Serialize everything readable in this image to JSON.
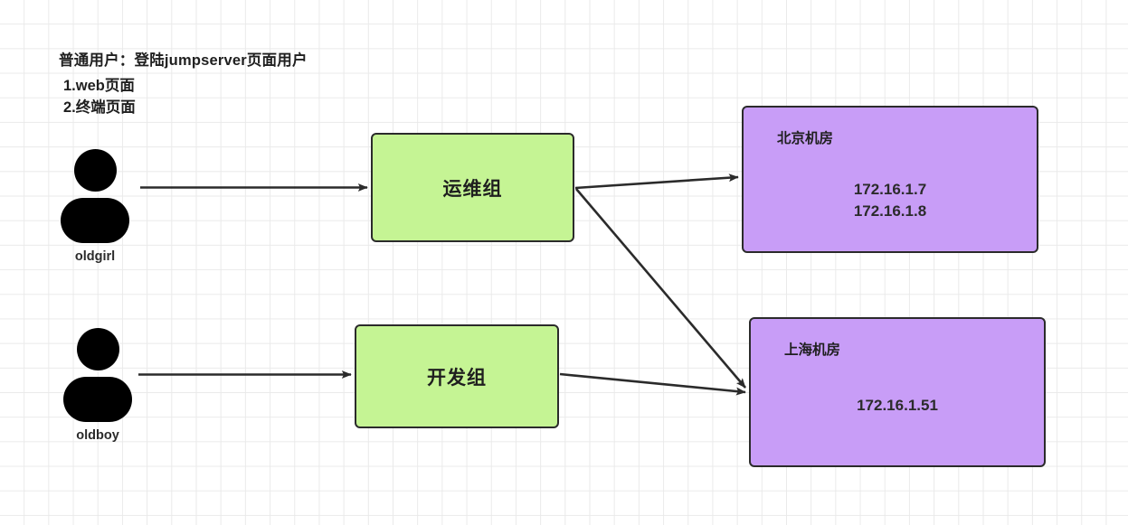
{
  "note": {
    "title": "普通用户：登陆jumpserver页面用户",
    "line1": "1.web页面",
    "line2": "2.终端页面"
  },
  "users": [
    {
      "id": "oldgirl",
      "name": "oldgirl",
      "icon": "user-avatar-icon"
    },
    {
      "id": "oldboy",
      "name": "oldboy",
      "icon": "user-avatar-icon"
    }
  ],
  "groups": [
    {
      "id": "ops",
      "label": "运维组"
    },
    {
      "id": "dev",
      "label": "开发组"
    }
  ],
  "datacenters": [
    {
      "id": "beijing",
      "title": "北京机房",
      "ips": "172.16.1.7\n172.16.1.8"
    },
    {
      "id": "shanghai",
      "title": "上海机房",
      "ips": "172.16.1.51"
    }
  ],
  "connections": [
    {
      "id": "oldgirl-to-ops",
      "from": "oldgirl",
      "to": "ops"
    },
    {
      "id": "oldboy-to-dev",
      "from": "oldboy",
      "to": "dev"
    },
    {
      "id": "ops-to-beijing",
      "from": "ops",
      "to": "beijing"
    },
    {
      "id": "ops-to-shanghai",
      "from": "ops",
      "to": "shanghai"
    },
    {
      "id": "dev-to-shanghai",
      "from": "dev",
      "to": "shanghai"
    }
  ],
  "colors": {
    "group_fill": "#c5f494",
    "datacenter_fill": "#c89df7",
    "stroke": "#2b2b2b",
    "background": "#ffffff",
    "grid_line": "#eaeaea",
    "avatar": "#000000"
  }
}
